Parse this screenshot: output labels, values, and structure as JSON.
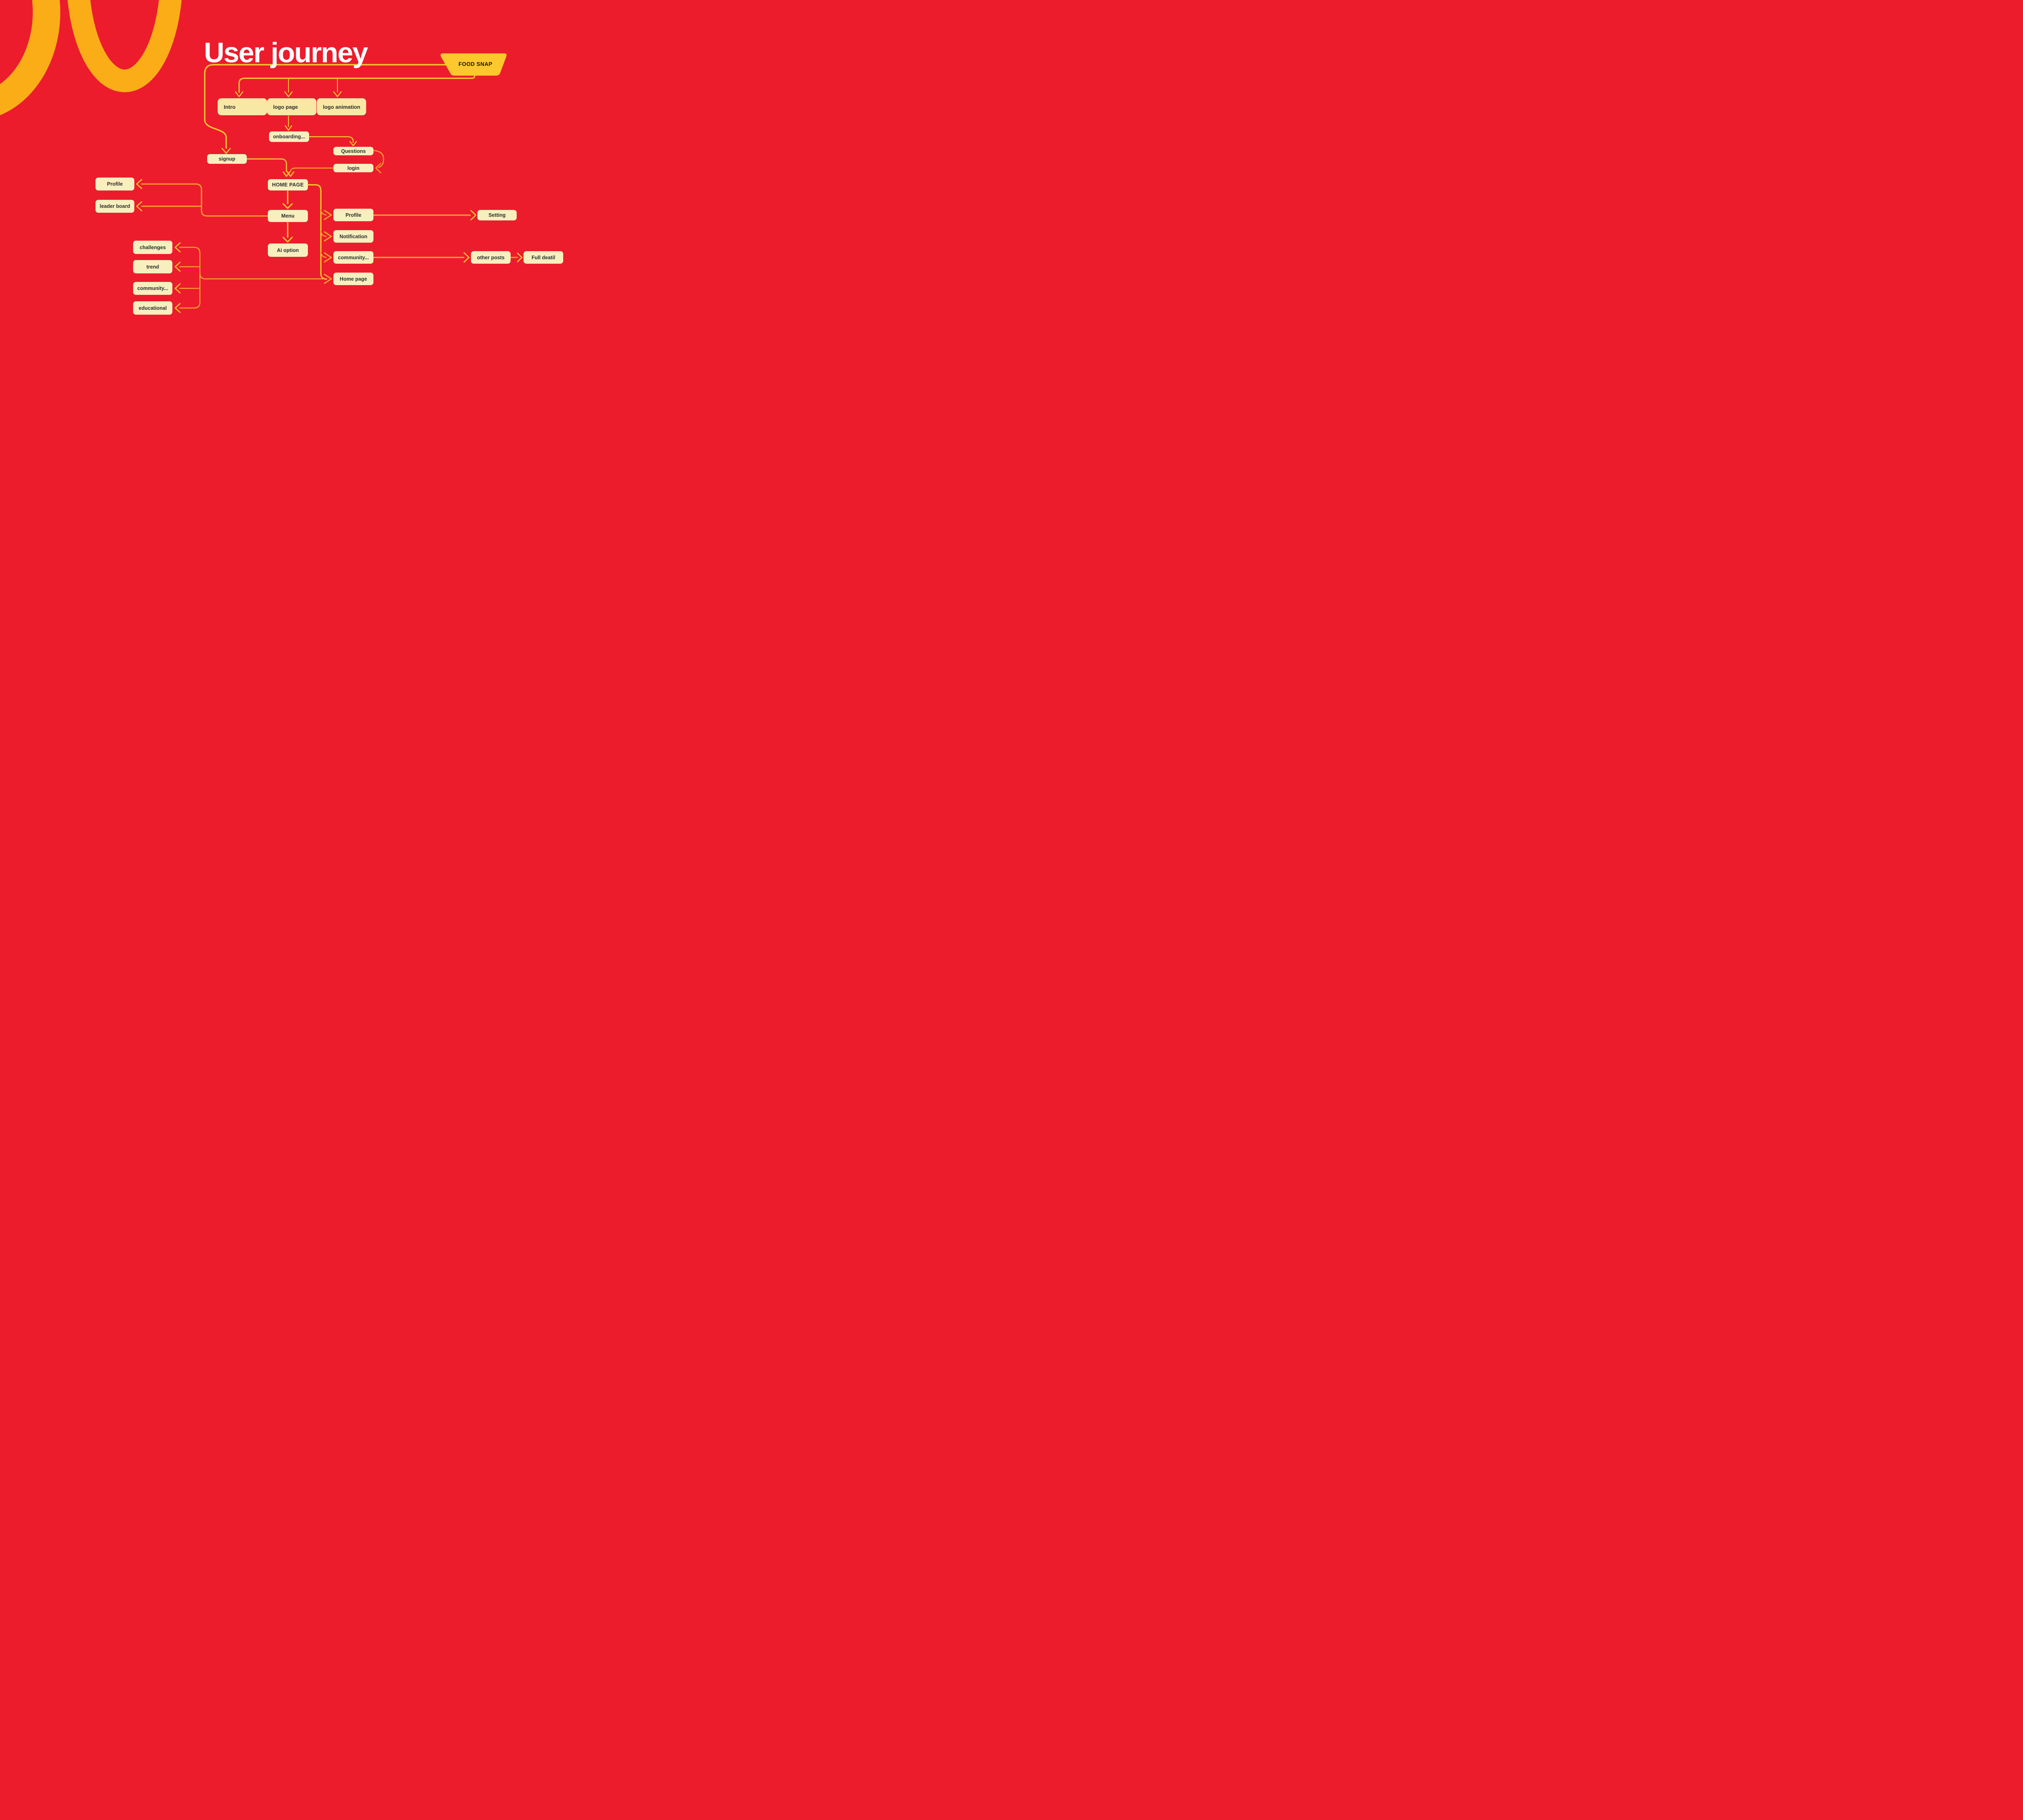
{
  "title": "User journey",
  "brand": {
    "label": "FOOD SNAP"
  },
  "colors": {
    "background": "#EC1C2C",
    "node_fill": "#F7EFBE",
    "top_node_fill": "#F8E8A6",
    "node_text": "#2B2D2E",
    "brand_fill": "#FCC82D",
    "line_yellow": "#FCC52F",
    "line_orange": "#F8A12B",
    "ring_gold": "#FBAD17",
    "title_color": "#FFFFFF"
  },
  "nodes": {
    "intro": {
      "label": "Intro"
    },
    "logo_page": {
      "label": "logo page"
    },
    "logo_animation": {
      "label": "logo animation"
    },
    "onboarding": {
      "label": "onboarding..."
    },
    "questions": {
      "label": "Questions"
    },
    "login": {
      "label": "login"
    },
    "signup": {
      "label": "signup"
    },
    "home_page_main": {
      "label": "HOME PAGE"
    },
    "menu": {
      "label": "Menu"
    },
    "ai_option": {
      "label": "Ai option"
    },
    "profile_left": {
      "label": "Profile"
    },
    "leader_board": {
      "label": "leader board"
    },
    "profile_right": {
      "label": "Profile"
    },
    "notification": {
      "label": "Notification"
    },
    "community_right": {
      "label": "community..."
    },
    "home_page_right": {
      "label": "Home page"
    },
    "setting": {
      "label": "Setting"
    },
    "other_posts": {
      "label": "other posts"
    },
    "full_deatil": {
      "label": "Full deatil"
    },
    "challenges": {
      "label": "challenges"
    },
    "trend": {
      "label": "trend"
    },
    "community_left": {
      "label": "community..."
    },
    "educational": {
      "label": "educational"
    }
  },
  "edges": [
    "FOOD SNAP -> Intro",
    "FOOD SNAP -> logo page",
    "FOOD SNAP -> logo animation",
    "FOOD SNAP -> signup",
    "logo page -> onboarding...",
    "onboarding... -> Questions",
    "Questions -> login",
    "signup -> HOME PAGE",
    "login -> HOME PAGE",
    "HOME PAGE -> Menu",
    "Menu -> Ai option",
    "Menu -> Profile",
    "Menu -> leader board",
    "HOME PAGE -> Profile",
    "HOME PAGE -> Notification",
    "HOME PAGE -> community...",
    "HOME PAGE -> Home page",
    "Profile -> Setting",
    "community... -> other posts",
    "other posts -> Full deatil",
    "Home page -> challenges",
    "Home page -> trend",
    "Home page -> community...",
    "Home page -> educational"
  ]
}
